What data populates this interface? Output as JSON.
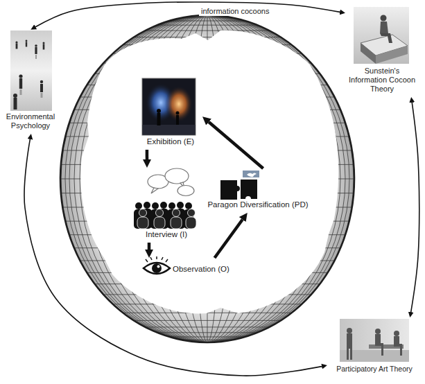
{
  "diagram": {
    "nodes": [
      {
        "text": [
          "information cocoons"
        ]
      },
      {
        "text": [
          "Exhibition (E)"
        ],
        "in": 0
      },
      {
        "text": [
          "Interview (I)"
        ],
        "in": 0
      },
      {
        "text": [
          "Observation (O)"
        ],
        "in": 0
      },
      {
        "text": [
          "Paragon Diversification (PD)"
        ],
        "in": 0
      },
      {
        "text": [
          "Environmental Psychology"
        ]
      },
      {
        "text": [
          "Sunstein's Information Cocoon Theory"
        ]
      },
      {
        "text": [
          "Participatory Art Theory"
        ]
      }
    ],
    "edges": [
      {
        "from": 1,
        "to": 2,
        "arrow": "to"
      },
      {
        "from": 2,
        "to": 3,
        "arrow": "to"
      },
      {
        "from": 3,
        "to": 4,
        "arrow": "to"
      },
      {
        "from": 4,
        "to": 1,
        "arrow": "to"
      },
      {
        "from": 5,
        "to": 6,
        "arrow": "both"
      },
      {
        "from": 5,
        "to": 7,
        "arrow": "both"
      },
      {
        "from": 6,
        "to": 7,
        "arrow": "both"
      }
    ]
  }
}
